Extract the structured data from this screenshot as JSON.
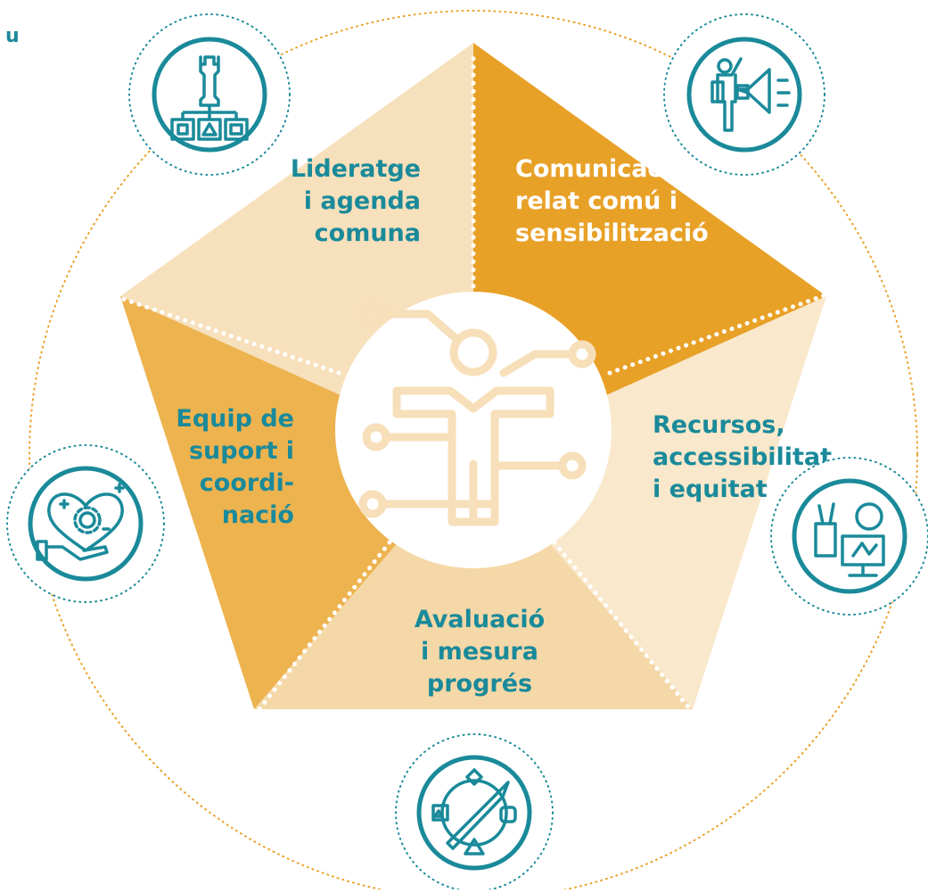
{
  "corner_mark": "u",
  "segments": [
    {
      "id": "lideratge",
      "lines": [
        "Lideratge",
        "i agenda",
        "comuna"
      ],
      "fill": "#f7e0bc",
      "text_color": "#1a8a9a",
      "icon": "chess-rook-org-chart-icon"
    },
    {
      "id": "comunicacio",
      "lines": [
        "Comunicació,",
        "relat comú i",
        "sensibilització"
      ],
      "fill": "#e8a127",
      "text_color": "#ffffff",
      "icon": "presenter-megaphone-icon"
    },
    {
      "id": "recursos",
      "lines": [
        "Recursos,",
        "accessibilitat",
        "i equitat"
      ],
      "fill": "#f9e8cb",
      "text_color": "#1a8a9a",
      "icon": "desk-monitor-supplies-icon"
    },
    {
      "id": "avaluacio",
      "lines": [
        "Avaluació",
        "i mesura",
        "progrés"
      ],
      "fill": "#f5d8a8",
      "text_color": "#1a8a9a",
      "icon": "pencil-shapes-icon"
    },
    {
      "id": "equip",
      "lines": [
        "Equip de",
        "suport i",
        "coordi-",
        "nació"
      ],
      "fill": "#edb34f",
      "text_color": "#1a8a9a",
      "icon": "heart-gear-hand-icon"
    }
  ],
  "center_icon": "person-network-icon",
  "colors": {
    "teal": "#1a8a9a",
    "dot_orange": "#e8a127",
    "center_line": "#f7dfb9"
  }
}
